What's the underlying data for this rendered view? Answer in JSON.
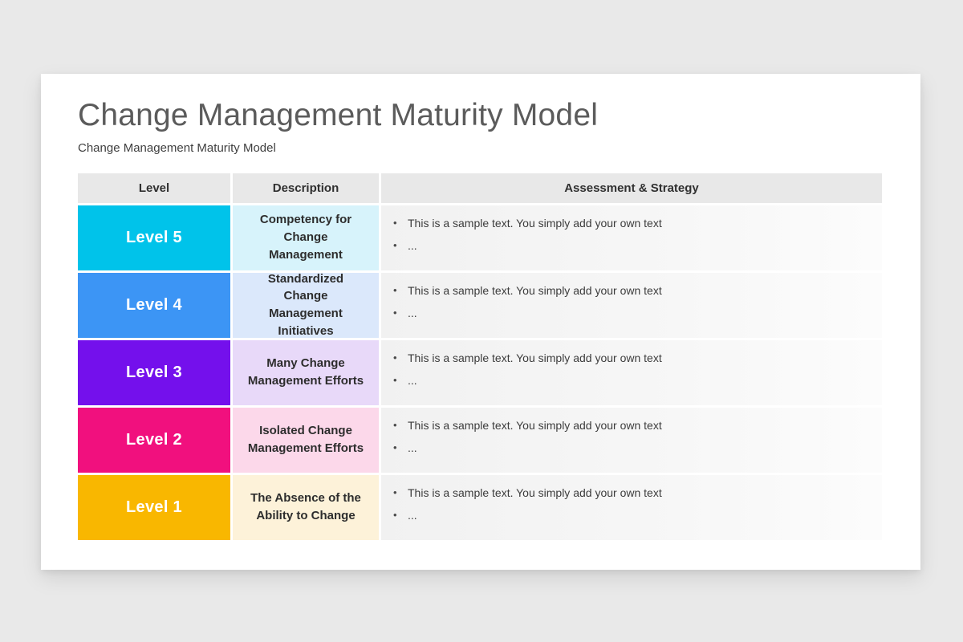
{
  "page": {
    "background_color": "#e9e9e9",
    "card_color": "#ffffff"
  },
  "slide": {
    "title": "Change Management Maturity Model",
    "subtitle": "Change Management Maturity Model"
  },
  "table": {
    "header_bg": "#e8e8e8",
    "headers": [
      "Level",
      "Description",
      "Assessment & Strategy"
    ],
    "rows": [
      {
        "level": "Level 5",
        "level_color": "#00c3ea",
        "desc_color": "#d7f3fb",
        "description": "Competency for Change Management",
        "bullets": [
          "This is a sample text. You simply add your own text",
          "..."
        ]
      },
      {
        "level": "Level 4",
        "level_color": "#3c95f5",
        "desc_color": "#dbe8fb",
        "description": "Standardized Change Management Initiatives",
        "bullets": [
          "This is a sample text. You simply add your own text",
          "..."
        ]
      },
      {
        "level": "Level 3",
        "level_color": "#7410ec",
        "desc_color": "#e8d9f9",
        "description": "Many Change Management Efforts",
        "bullets": [
          "This is a sample text. You simply add your own text",
          "..."
        ]
      },
      {
        "level": "Level 2",
        "level_color": "#f1107e",
        "desc_color": "#fcd8ea",
        "description": "Isolated Change Management Efforts",
        "bullets": [
          "This is a sample text. You simply add your own text",
          "..."
        ]
      },
      {
        "level": "Level 1",
        "level_color": "#f9b700",
        "desc_color": "#fdf2d9",
        "description": "The Absence of the Ability to Change",
        "bullets": [
          "This is a sample text. You simply add your own text",
          "..."
        ]
      }
    ]
  }
}
